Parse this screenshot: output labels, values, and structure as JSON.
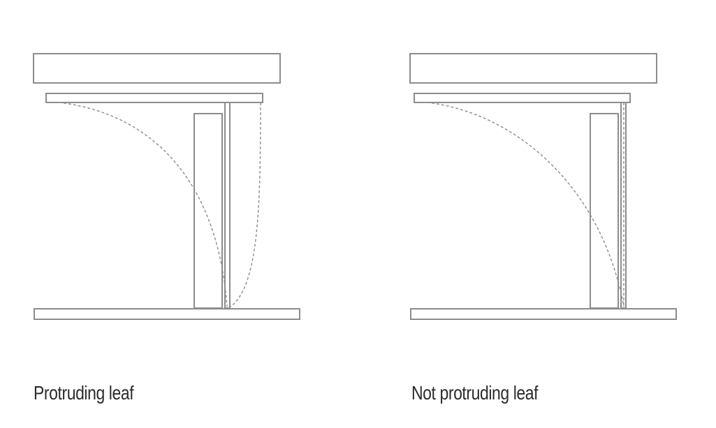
{
  "diagrams": [
    {
      "id": "protruding",
      "caption": "Protruding leaf"
    },
    {
      "id": "not-protruding",
      "caption": "Not protruding leaf"
    }
  ],
  "colors": {
    "stroke": "#8c8c8c",
    "text": "#2b2b2b",
    "background": "#ffffff"
  }
}
